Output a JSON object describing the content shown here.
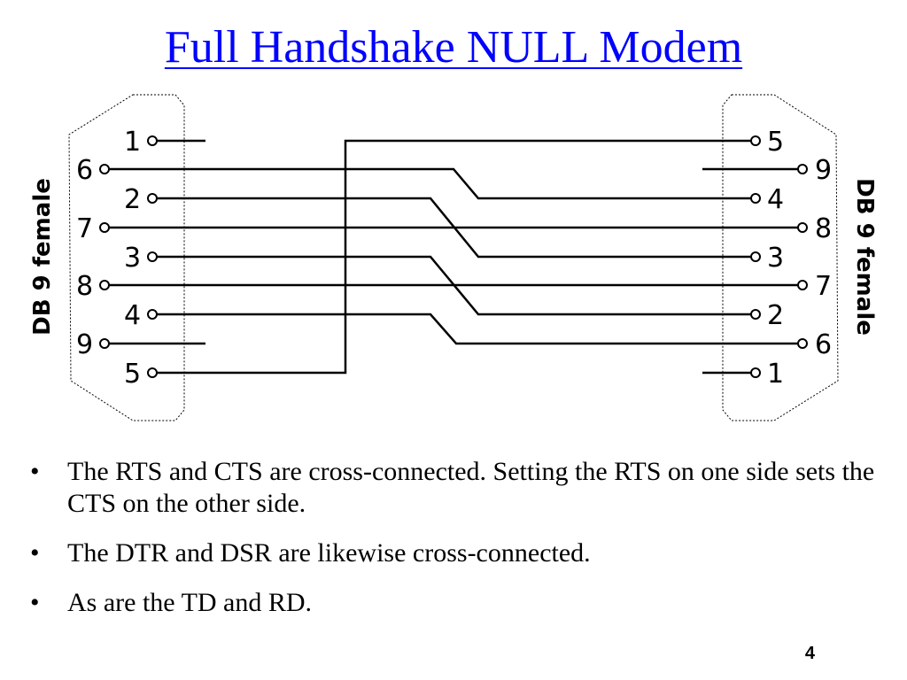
{
  "title": "Full Handshake NULL Modem",
  "diagram": {
    "left_connector_label": "DB 9 female",
    "right_connector_label": "DB 9 female",
    "left_pins": [
      "1",
      "6",
      "2",
      "7",
      "3",
      "8",
      "4",
      "9",
      "5"
    ],
    "right_pins": [
      "5",
      "9",
      "4",
      "8",
      "3",
      "7",
      "2",
      "6",
      "1"
    ],
    "connections": [
      {
        "from": "5",
        "to": "5"
      },
      {
        "from": "6",
        "to": "4"
      },
      {
        "from": "2",
        "to": "3"
      },
      {
        "from": "7",
        "to": "8"
      },
      {
        "from": "3",
        "to": "2"
      },
      {
        "from": "8",
        "to": "7"
      },
      {
        "from": "4",
        "to": "6"
      },
      {
        "from": "1",
        "to": ""
      },
      {
        "from": "9",
        "to": ""
      },
      {
        "from": "",
        "to": "9"
      },
      {
        "from": "",
        "to": "1"
      }
    ]
  },
  "bullets": [
    "The RTS and CTS are cross-connected. Setting the RTS on one side sets the CTS on the other side.",
    "The DTR and DSR are likewise cross-connected.",
    "As are the TD and RD."
  ],
  "bullet_symbol": "•",
  "page_number": "4"
}
